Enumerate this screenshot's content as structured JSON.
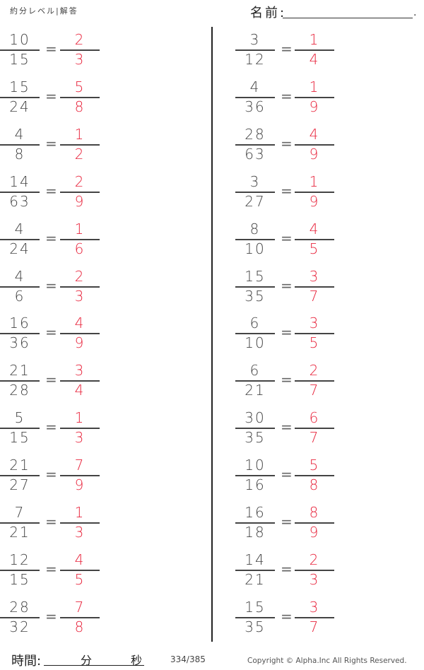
{
  "header": {
    "title": "約分レベル|解答",
    "name_label": "名前:",
    "name_end": "."
  },
  "columns": [
    {
      "problems": [
        {
          "q_num": "10",
          "q_den": "15",
          "a_num": "2",
          "a_den": "3"
        },
        {
          "q_num": "15",
          "q_den": "24",
          "a_num": "5",
          "a_den": "8"
        },
        {
          "q_num": "4",
          "q_den": "8",
          "a_num": "1",
          "a_den": "2"
        },
        {
          "q_num": "14",
          "q_den": "63",
          "a_num": "2",
          "a_den": "9"
        },
        {
          "q_num": "4",
          "q_den": "24",
          "a_num": "1",
          "a_den": "6"
        },
        {
          "q_num": "4",
          "q_den": "6",
          "a_num": "2",
          "a_den": "3"
        },
        {
          "q_num": "16",
          "q_den": "36",
          "a_num": "4",
          "a_den": "9"
        },
        {
          "q_num": "21",
          "q_den": "28",
          "a_num": "3",
          "a_den": "4"
        },
        {
          "q_num": "5",
          "q_den": "15",
          "a_num": "1",
          "a_den": "3"
        },
        {
          "q_num": "21",
          "q_den": "27",
          "a_num": "7",
          "a_den": "9"
        },
        {
          "q_num": "7",
          "q_den": "21",
          "a_num": "1",
          "a_den": "3"
        },
        {
          "q_num": "12",
          "q_den": "15",
          "a_num": "4",
          "a_den": "5"
        },
        {
          "q_num": "28",
          "q_den": "32",
          "a_num": "7",
          "a_den": "8"
        }
      ]
    },
    {
      "problems": [
        {
          "q_num": "3",
          "q_den": "12",
          "a_num": "1",
          "a_den": "4"
        },
        {
          "q_num": "4",
          "q_den": "36",
          "a_num": "1",
          "a_den": "9"
        },
        {
          "q_num": "28",
          "q_den": "63",
          "a_num": "4",
          "a_den": "9"
        },
        {
          "q_num": "3",
          "q_den": "27",
          "a_num": "1",
          "a_den": "9"
        },
        {
          "q_num": "8",
          "q_den": "10",
          "a_num": "4",
          "a_den": "5"
        },
        {
          "q_num": "15",
          "q_den": "35",
          "a_num": "3",
          "a_den": "7"
        },
        {
          "q_num": "6",
          "q_den": "10",
          "a_num": "3",
          "a_den": "5"
        },
        {
          "q_num": "6",
          "q_den": "21",
          "a_num": "2",
          "a_den": "7"
        },
        {
          "q_num": "30",
          "q_den": "35",
          "a_num": "6",
          "a_den": "7"
        },
        {
          "q_num": "10",
          "q_den": "16",
          "a_num": "5",
          "a_den": "8"
        },
        {
          "q_num": "16",
          "q_den": "18",
          "a_num": "8",
          "a_den": "9"
        },
        {
          "q_num": "14",
          "q_den": "21",
          "a_num": "2",
          "a_den": "3"
        },
        {
          "q_num": "15",
          "q_den": "35",
          "a_num": "3",
          "a_den": "7"
        }
      ]
    }
  ],
  "equals_sign": "=",
  "footer": {
    "time_label": "時間:",
    "minutes_label": "分",
    "seconds_label": "秒",
    "page": "334/385",
    "copyright": "Copyright ©  Alpha.Inc All Rights Reserved."
  },
  "colors": {
    "answer": "#e8243c",
    "question": "#444444"
  }
}
